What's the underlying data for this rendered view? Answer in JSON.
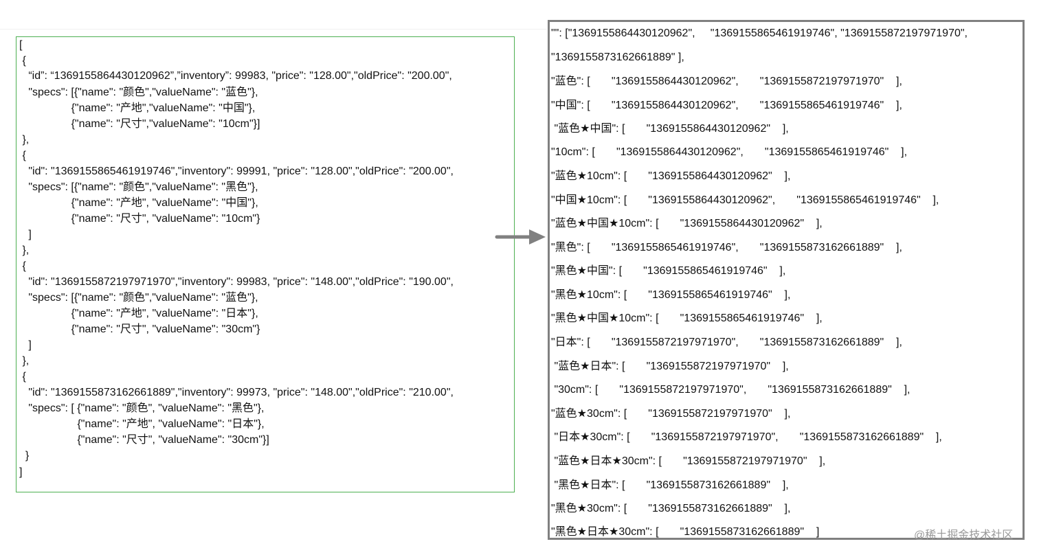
{
  "left_panel": {
    "lines": [
      "[",
      " {",
      "   “id”: “1369155864430120962”,”inventory”: 99983, \"price\": \"128.00\",\"oldPrice\": \"200.00\",",
      "   \"specs\": [{\"name\": \"颜色\",\"valueName\": \"蓝色\"},",
      "                 {\"name\": \"产地\",\"valueName\": \"中国\"},",
      "                 {\"name\": \"尺寸\",\"valueName\": \"10cm\"}]",
      " },",
      " {",
      "   \"id\": \"1369155865461919746\",\"inventory\": 99991, \"price\": \"128.00\",\"oldPrice\": \"200.00\",",
      "   \"specs\": [{\"name\": \"颜色\",\"valueName\": \"黑色\"},",
      "                 {\"name\": \"产地\", \"valueName\": \"中国\"},",
      "                 {\"name\": \"尺寸\", \"valueName\": \"10cm\"}",
      "   ]",
      " },",
      " {",
      "   \"id\": \"1369155872197971970\",\"inventory\": 99983, \"price\": \"148.00\",\"oldPrice\": \"190.00\",",
      "   \"specs\": [{\"name\": \"颜色\",\"valueName\": \"蓝色\"},",
      "                 {\"name\": \"产地\", \"valueName\": \"日本\"},",
      "                 {\"name\": \"尺寸\", \"valueName\": \"30cm\"}",
      "   ]",
      " },",
      " {",
      "   \"id\": \"1369155873162661889\",\"inventory\": 99973, \"price\": \"148.00\",\"oldPrice\": \"210.00\",",
      "   \"specs\": [ {\"name\": \"颜色\", \"valueName\": \"黑色\"},",
      "                   {\"name\": \"产地\", \"valueName\": \"日本\"},",
      "                   {\"name\": \"尺寸\", \"valueName\": \"30cm\"}]",
      "  }",
      "]"
    ]
  },
  "right_panel": {
    "lines": [
      "\"\": [\"1369155864430120962\",     \"1369155865461919746\", \"1369155872197971970\",",
      "\"1369155873162661889\" ],",
      "\"蓝色\": [       \"1369155864430120962\",       \"1369155872197971970\"    ],",
      "\"中国\": [       \"1369155864430120962\",       \"1369155865461919746\"    ],",
      " \"蓝色★中国\": [       \"1369155864430120962\"    ],",
      "\"10cm\": [       \"1369155864430120962\",       \"1369155865461919746\"    ],",
      "\"蓝色★10cm\": [       \"1369155864430120962\"    ],",
      "\"中国★10cm\": [       \"1369155864430120962\",       \"1369155865461919746\"    ],",
      "\"蓝色★中国★10cm\": [       \"1369155864430120962\"    ],",
      "\"黑色\": [       \"1369155865461919746\",       \"1369155873162661889\"    ],",
      "\"黑色★中国\": [       \"1369155865461919746\"    ],",
      "\"黑色★10cm\": [       \"1369155865461919746\"    ],",
      "\"黑色★中国★10cm\": [       \"1369155865461919746\"    ],",
      "\"日本\": [       \"1369155872197971970\",       \"1369155873162661889\"    ],",
      " \"蓝色★日本\": [       \"1369155872197971970\"    ],",
      " \"30cm\": [       \"1369155872197971970\",       \"1369155873162661889\"    ],",
      "\"蓝色★30cm\": [       \"1369155872197971970\"    ],",
      " \"日本★30cm\": [       \"1369155872197971970\",       \"1369155873162661889\"    ],",
      " \"蓝色★日本★30cm\": [       \"1369155872197971970\"    ],",
      " \"黑色★日本\": [       \"1369155873162661889\"    ],",
      "\"黑色★30cm\": [       \"1369155873162661889\"    ],",
      "\"黑色★日本★30cm\": [       \"1369155873162661889\"    ]"
    ]
  },
  "watermark": "@稀土掘金技术社区",
  "colors": {
    "left_border": "#4caf50",
    "right_border": "#808080",
    "arrow": "#808080",
    "watermark": "#9a9a9a"
  }
}
